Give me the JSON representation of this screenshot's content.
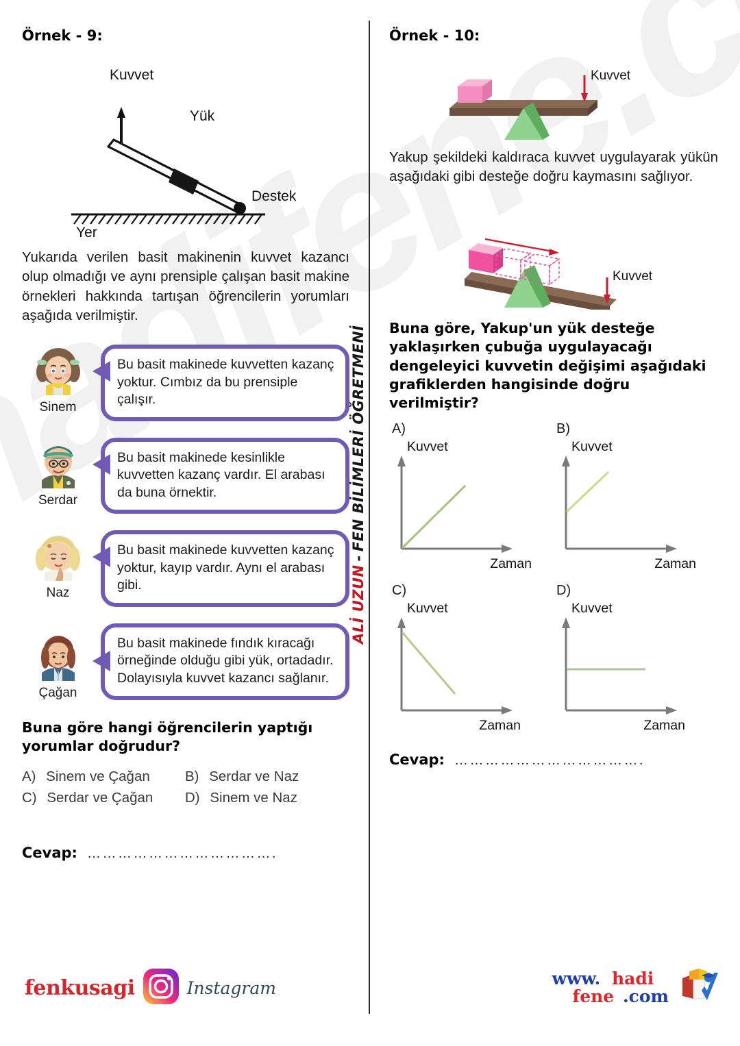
{
  "watermark": {
    "text": "hadifene.com"
  },
  "credit": {
    "name": "ALİ UZUN",
    "separator": "-",
    "role": "FEN BİLİMLERİ ÖĞRETMENİ"
  },
  "left": {
    "title": "Örnek - 9:",
    "figure": {
      "force_label": "Kuvvet",
      "load_label": "Yük",
      "fulcrum_label": "Destek",
      "ground_label": "Yer"
    },
    "intro": "Yukarıda verilen basit makinenin kuvvet kazancı olup olmadığı ve aynı prensiple çalışan basit makine örnekleri hakkında tartışan öğrencilerin yorumları aşağıda verilmiştir.",
    "students": [
      {
        "name": "Sinem",
        "comment": "Bu basit makinede kuvvetten kazanç yoktur. Cımbız da bu prensiple çalışır."
      },
      {
        "name": "Serdar",
        "comment": "Bu basit makinede kesinlikle  kuvvetten kazanç vardır. El arabası da buna örnektir."
      },
      {
        "name": "Naz",
        "comment": "Bu basit makinede kuvvetten kazanç yoktur, kayıp vardır. Aynı el arabası gibi."
      },
      {
        "name": "Çağan",
        "comment": "Bu basit makinede fındık kıracağı örneğinde olduğu gibi yük, ortadadır. Dolayısıyla kuvvet kazancı sağlanır."
      }
    ],
    "question": "Buna göre hangi öğrencilerin yaptığı yorumlar doğrudur?",
    "options": [
      {
        "label": "A)",
        "text": "Sinem ve Çağan"
      },
      {
        "label": "B)",
        "text": "Serdar ve Naz"
      },
      {
        "label": "C)",
        "text": "Serdar ve Çağan"
      },
      {
        "label": "D)",
        "text": "Sinem ve Naz"
      }
    ],
    "answer": {
      "label": "Cevap:",
      "dots": "……………………………….."
    }
  },
  "right": {
    "title": "Örnek - 10:",
    "figure1": {
      "force_label": "Kuvvet"
    },
    "intro": "Yakup şekildeki kaldıraca kuvvet uygulayarak yükün aşağıdaki gibi desteğe doğru kaymasını sağlıyor.",
    "figure2": {
      "force_label": "Kuvvet"
    },
    "question": "Buna göre, Yakup'un yük desteğe yaklaşırken çubuğa uygulayacağı dengeleyici kuvvetin değişimi aşağıdaki grafiklerden hangisinde doğru verilmiştir?",
    "graphs": [
      {
        "label": "A)",
        "ylabel": "Kuvvet",
        "xlabel": "Zaman"
      },
      {
        "label": "B)",
        "ylabel": "Kuvvet",
        "xlabel": "Zaman"
      },
      {
        "label": "C)",
        "ylabel": "Kuvvet",
        "xlabel": "Zaman"
      },
      {
        "label": "D)",
        "ylabel": "Kuvvet",
        "xlabel": "Zaman"
      }
    ],
    "answer": {
      "label": "Cevap:",
      "dots": "……………………………….."
    }
  },
  "chart_data": [
    {
      "type": "line",
      "title": "A)",
      "xlabel": "Zaman",
      "ylabel": "Kuvvet",
      "x": [
        0,
        1
      ],
      "y": [
        0,
        1
      ],
      "xlim": [
        0,
        1.55
      ],
      "ylim": [
        0,
        1.35
      ],
      "grid": false,
      "legend": null,
      "line_color": "#a9c47a",
      "description": "Origin'den başlayan artan doğru"
    },
    {
      "type": "line",
      "title": "B)",
      "xlabel": "Zaman",
      "ylabel": "Kuvvet",
      "x": [
        0,
        0.62
      ],
      "y": [
        0.42,
        0.95
      ],
      "xlim": [
        0,
        1.55
      ],
      "ylim": [
        0,
        1.35
      ],
      "grid": false,
      "legend": null,
      "line_color": "#cfd98c",
      "description": "Pozitif y-kesim noktasından başlayan artan doğru"
    },
    {
      "type": "line",
      "title": "C)",
      "xlabel": "Zaman",
      "ylabel": "Kuvvet",
      "x": [
        0,
        0.72
      ],
      "y": [
        0.88,
        0.2
      ],
      "xlim": [
        0,
        1.55
      ],
      "ylim": [
        0,
        1.35
      ],
      "grid": false,
      "legend": null,
      "line_color": "#b9c98a",
      "description": "Azalan doğru"
    },
    {
      "type": "line",
      "title": "D)",
      "xlabel": "Zaman",
      "ylabel": "Kuvvet",
      "x": [
        0,
        0.95
      ],
      "y": [
        0.5,
        0.5
      ],
      "xlim": [
        0,
        1.55
      ],
      "ylim": [
        0,
        1.35
      ],
      "grid": false,
      "legend": null,
      "line_color": "#a9c8a0",
      "description": "Sabit yatay doğru"
    }
  ],
  "footer": {
    "instagram_handle": "fenkusagi",
    "instagram_word": "Instagram",
    "site_www": "www.",
    "site_hadi": "hadi",
    "site_fene": "fene",
    "site_com": ".com"
  },
  "colors": {
    "bubble_purple": "#6f5bb5",
    "credit_red": "#c0151a",
    "brand_red": "#d8232a",
    "brand_blue": "#1f3fa8",
    "graph_green": "#a9c47a",
    "beam_brown": "#7a5c4a",
    "fulcrum_green": "#7cc47c",
    "block_pink": "#f58fc2"
  }
}
